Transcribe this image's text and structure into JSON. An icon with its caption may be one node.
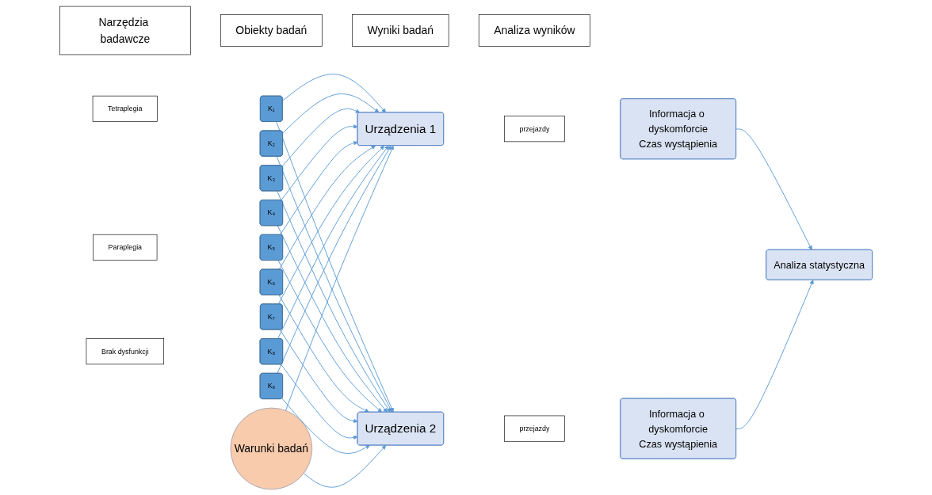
{
  "diagram": {
    "nodes": [
      {
        "text": [
          "Narzędzia badawcze"
        ]
      },
      {
        "text": [
          "Obiekty badań"
        ]
      },
      {
        "text": [
          "Wyniki badań"
        ]
      },
      {
        "text": [
          "Analiza wyników"
        ]
      },
      {
        "text": [
          "Tetraplegia"
        ]
      },
      {
        "text": [
          "K₁"
        ]
      },
      {
        "text": [
          "K₂"
        ]
      },
      {
        "text": [
          "K₃"
        ]
      },
      {
        "text": [
          "Urządzenia 1"
        ]
      },
      {
        "text": [
          "przejazdy"
        ]
      },
      {
        "text": [
          "Informacja o dyskomforcie",
          "Czas wystąpienia"
        ]
      },
      {
        "text": [
          "Paraplegia"
        ]
      },
      {
        "text": [
          "K₄"
        ]
      },
      {
        "text": [
          "K₅"
        ]
      },
      {
        "text": [
          "K₆"
        ]
      },
      {
        "text": [
          "Warunki badań"
        ]
      },
      {
        "text": [
          "Analiza statystyczna"
        ]
      },
      {
        "text": [
          "Brak dysfunkcji"
        ]
      },
      {
        "text": [
          "K₇"
        ]
      },
      {
        "text": [
          "K₈"
        ]
      },
      {
        "text": [
          "K₉"
        ]
      },
      {
        "text": [
          "Urządzenia 2"
        ]
      },
      {
        "text": [
          "przejazdy"
        ]
      },
      {
        "text": [
          "Informacja o dyskomforcie",
          "Czas wystąpienia"
        ]
      }
    ],
    "edges": [
      {
        "from": 5,
        "to": 8,
        "arrow": "to"
      },
      {
        "from": 5,
        "to": 21,
        "arrow": "to"
      },
      {
        "from": 6,
        "to": 8,
        "arrow": "to"
      },
      {
        "from": 6,
        "to": 21,
        "arrow": "to"
      },
      {
        "from": 7,
        "to": 8,
        "arrow": "to"
      },
      {
        "from": 7,
        "to": 21,
        "arrow": "to"
      },
      {
        "from": 12,
        "to": 8,
        "arrow": "to"
      },
      {
        "from": 12,
        "to": 21,
        "arrow": "to"
      },
      {
        "from": 13,
        "to": 8,
        "arrow": "to"
      },
      {
        "from": 13,
        "to": 21,
        "arrow": "to"
      },
      {
        "from": 14,
        "to": 8,
        "arrow": "to"
      },
      {
        "from": 14,
        "to": 21,
        "arrow": "to"
      },
      {
        "from": 18,
        "to": 8,
        "arrow": "to"
      },
      {
        "from": 18,
        "to": 21,
        "arrow": "to"
      },
      {
        "from": 19,
        "to": 8,
        "arrow": "to"
      },
      {
        "from": 19,
        "to": 21,
        "arrow": "to"
      },
      {
        "from": 20,
        "to": 8,
        "arrow": "to"
      },
      {
        "from": 20,
        "to": 21,
        "arrow": "to"
      },
      {
        "from": 15,
        "to": 8,
        "arrow": "to"
      },
      {
        "from": 15,
        "to": 21,
        "arrow": "to"
      },
      {
        "from": 10,
        "to": 16,
        "arrow": "to"
      },
      {
        "from": 23,
        "to": 16,
        "arrow": "to"
      }
    ]
  }
}
